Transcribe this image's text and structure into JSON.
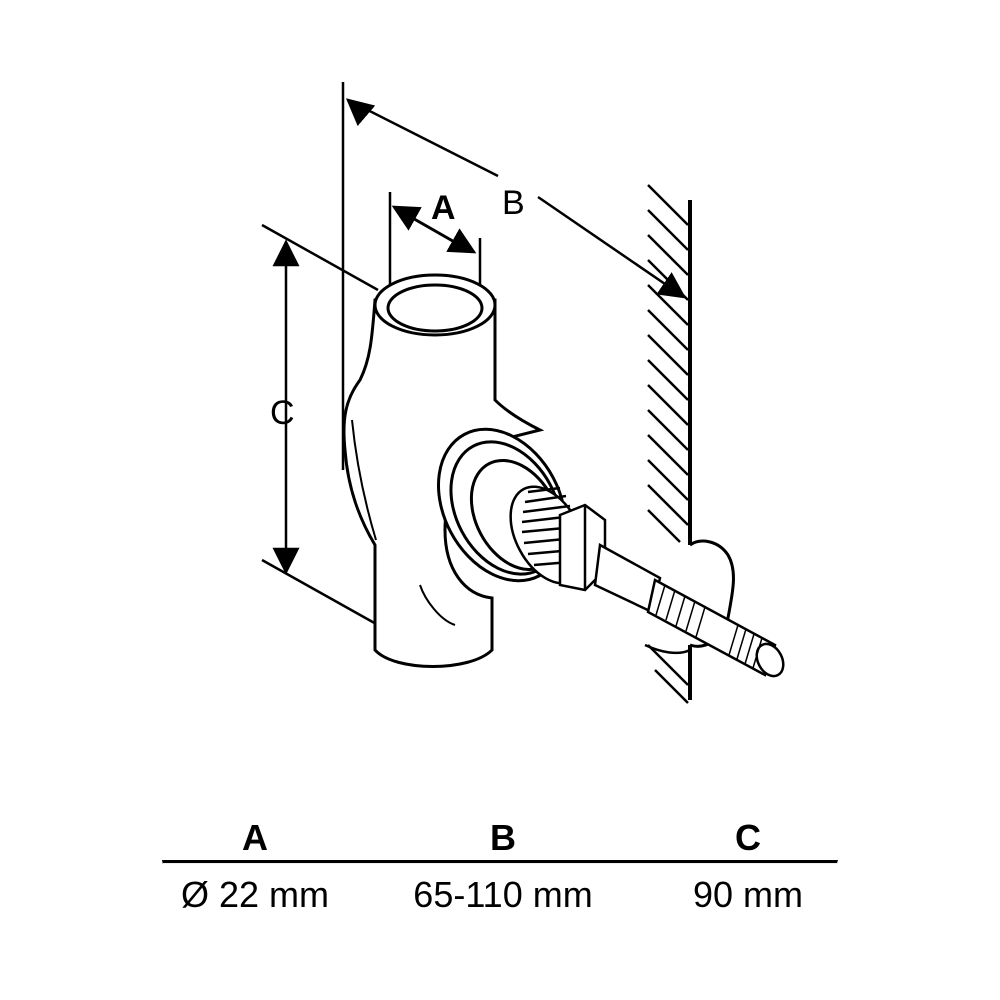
{
  "diagram": {
    "dimension_labels": {
      "a": "A",
      "b": "B",
      "c": "C"
    }
  },
  "table": {
    "headers": [
      "A",
      "B",
      "C"
    ],
    "values": [
      "Ø 22 mm",
      "65-110 mm",
      "90 mm"
    ]
  }
}
